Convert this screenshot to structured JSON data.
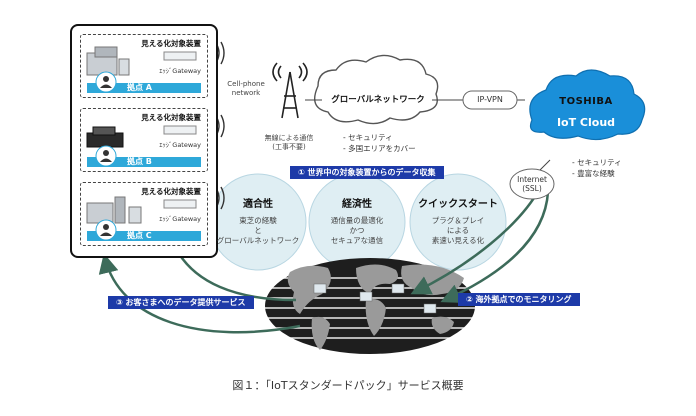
{
  "sites": [
    {
      "title": "見える化対象装置",
      "gateway": "ｴｯｼﾞGateway",
      "name": "拠点 A"
    },
    {
      "title": "見える化対象装置",
      "gateway": "ｴｯｼﾞGateway",
      "name": "拠点 B"
    },
    {
      "title": "見える化対象装置",
      "gateway": "ｴｯｼﾞGateway",
      "name": "拠点 C"
    }
  ],
  "network": {
    "cellphone": "Cell-phone network",
    "wireless": "無線による通信",
    "wireless_note": "(工事不要)",
    "global": "グローバルネットワーク",
    "global_points": [
      "- セキュリティ",
      "- 多国エリアをカバー"
    ],
    "ipvpn": "IP-VPN",
    "internet": "Internet",
    "ssl": "(SSL)"
  },
  "cloud": {
    "brand": "TOSHIBA",
    "name": "IoT Cloud",
    "points": [
      "- セキュリティ",
      "- 豊富な経験"
    ]
  },
  "features": [
    {
      "title": "適合性",
      "lines": [
        "東芝の経験",
        "と",
        "グローバルネットワーク"
      ]
    },
    {
      "title": "経済性",
      "lines": [
        "通信量の最適化",
        "かつ",
        "セキュアな通信"
      ]
    },
    {
      "title": "クイックスタート",
      "lines": [
        "プラグ＆プレイ",
        "による",
        "素速い見える化"
      ]
    }
  ],
  "labels": {
    "collect": "① 世界中の対象装置からのデータ収集",
    "monitoring": "② 海外拠点でのモニタリング",
    "service": "③ お客さまへのデータ提供サービス"
  },
  "caption": "図１：「IoTスタンダードパック」サービス概要",
  "colors": {
    "accent_blue": "#1d3aa8",
    "site_bar": "#2ea8d9",
    "cloud": "#1a8fd9"
  }
}
